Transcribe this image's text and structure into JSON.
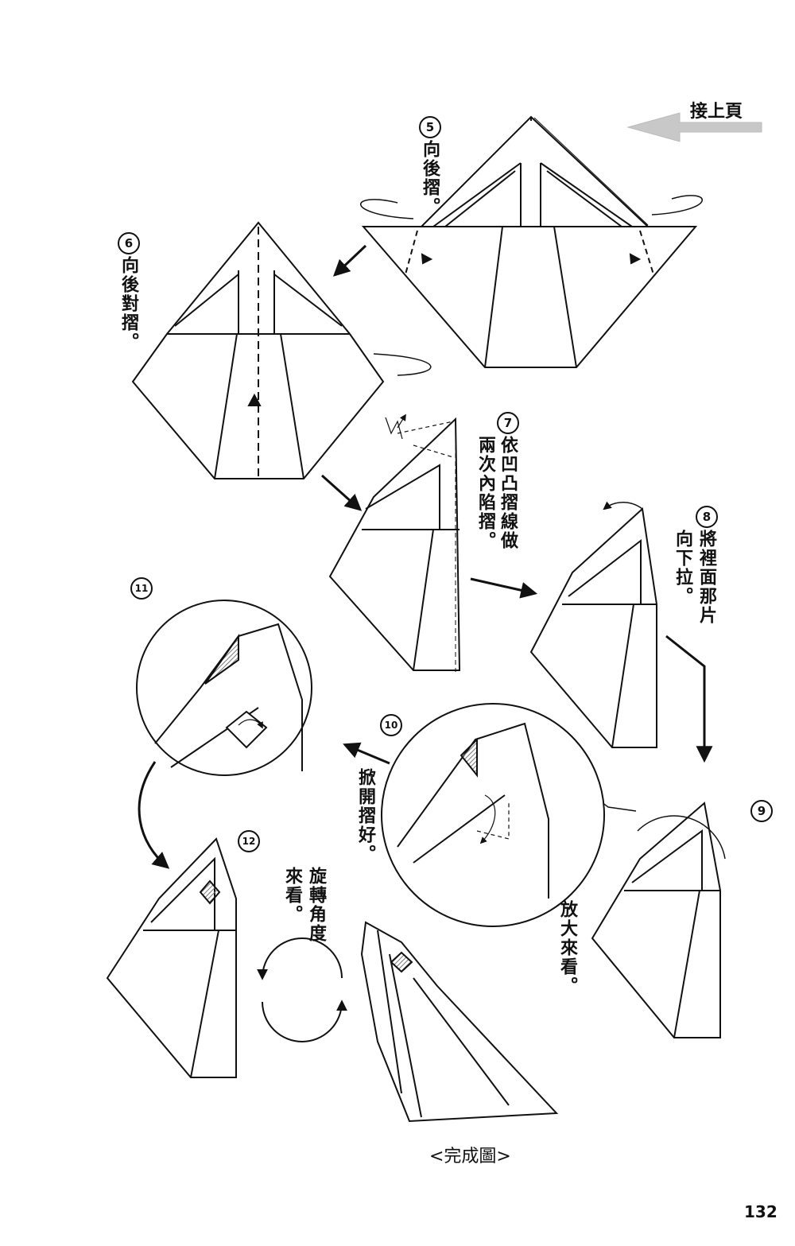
{
  "header": {
    "continue_label": "接上頁"
  },
  "steps": {
    "s5": {
      "num": "5",
      "text": "向後摺。"
    },
    "s6": {
      "num": "6",
      "text": "向後對摺。"
    },
    "s7": {
      "num": "7",
      "text1": "依凹凸摺線做",
      "text2": "兩次內陷摺。"
    },
    "s8": {
      "num": "8",
      "text1": "將裡面那片",
      "text2": "向下拉。"
    },
    "s9": {
      "num": "9",
      "text": "放大來看。"
    },
    "s10": {
      "num": "10",
      "text": "掀開摺好。"
    },
    "s11": {
      "num": "11"
    },
    "s12": {
      "num": "12",
      "text1": "旋轉角度",
      "text2": "來看。"
    }
  },
  "caption": "<完成圖>",
  "page_number": "132"
}
